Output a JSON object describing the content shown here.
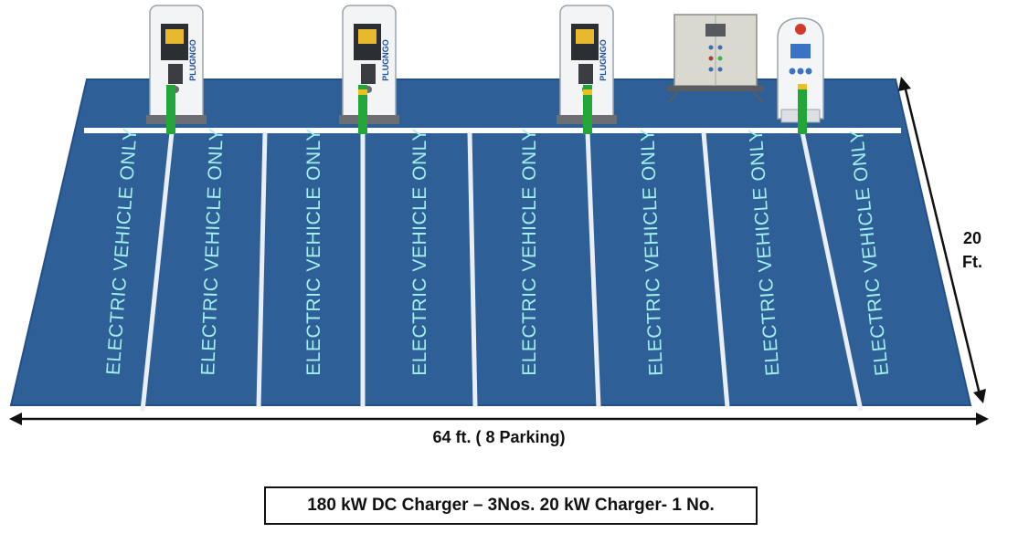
{
  "diagram": {
    "parking_count": 8,
    "slot_label": "ELECTRIC VEHICLE ONLY",
    "width_label": "64 ft. ( 8  Parking)",
    "depth_label_line1": "20",
    "depth_label_line2": "Ft.",
    "summary": "180 kW DC Charger – 3Nos.  20 kW Charger- 1 No.",
    "charger_brand": "PLUGNGO",
    "colors": {
      "lot": "#2f5f97",
      "lot_edge": "#23508a",
      "lines": "#ffffff",
      "slot_text": "#9ff0ee",
      "bollard": "#22a63a"
    }
  }
}
